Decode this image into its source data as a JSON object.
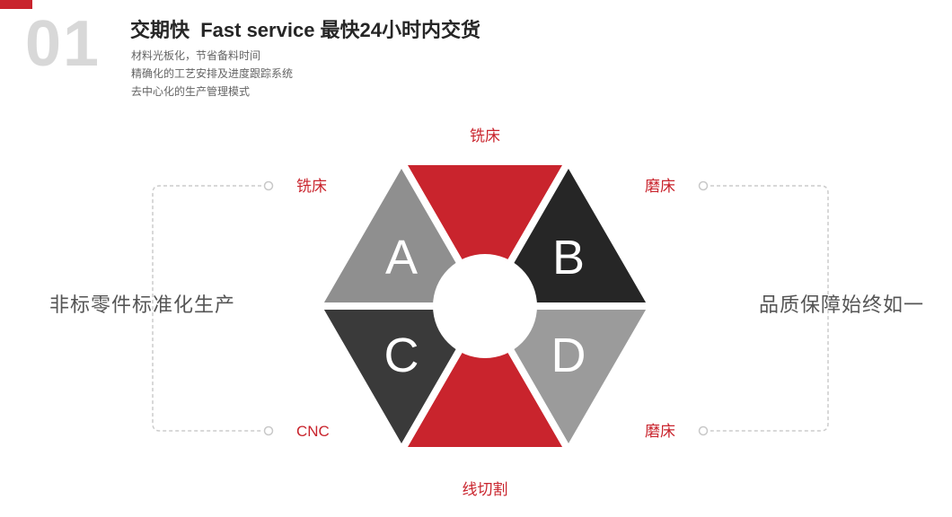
{
  "header": {
    "index": "01",
    "title": "交期快  Fast service 最快24小时内交货",
    "subtitles": [
      "材料光板化，节省备料时间",
      "精确化的工艺安排及进度跟踪系统",
      "去中心化的生产管理模式"
    ],
    "accent_color": "#c9242d"
  },
  "captions": {
    "left": "非标零件标准化生产",
    "right": "品质保障始终如一"
  },
  "diagram": {
    "label_color": "#c9242d",
    "segments": {
      "top": {
        "label": "铣床",
        "color": "#c9242d"
      },
      "upper_left": {
        "label": "铣床",
        "letter": "A",
        "color": "#8f8f8f"
      },
      "upper_right": {
        "label": "磨床",
        "letter": "B",
        "color": "#262626"
      },
      "lower_left": {
        "label": "CNC",
        "letter": "C",
        "color": "#3a3a3a"
      },
      "lower_right": {
        "label": "磨床",
        "letter": "D",
        "color": "#9b9b9b"
      },
      "bottom": {
        "label": "线切割",
        "color": "#c9242d"
      }
    }
  }
}
